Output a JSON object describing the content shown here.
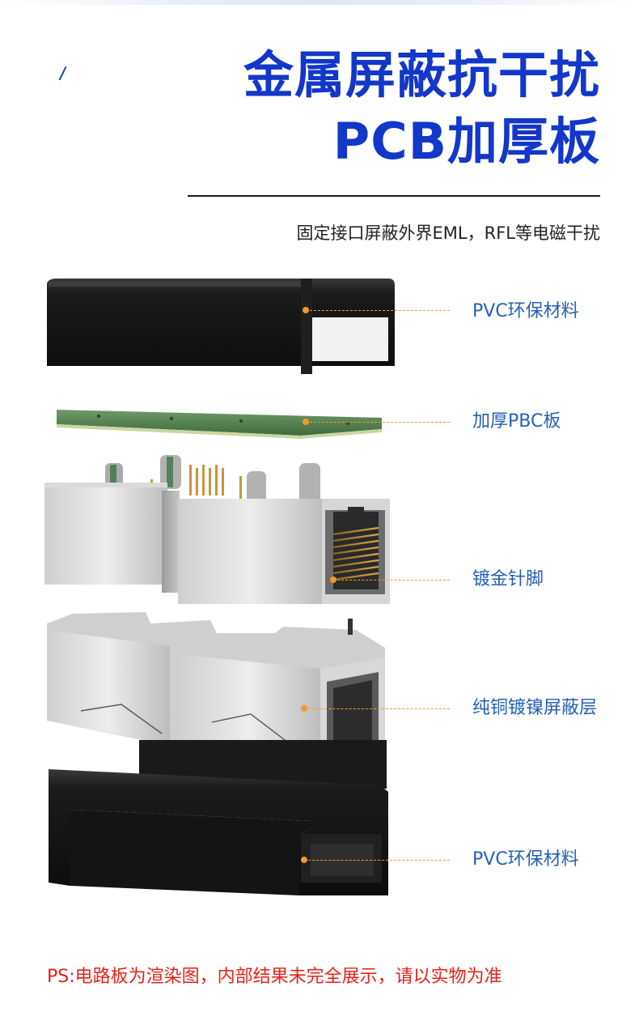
{
  "title": {
    "line1": "金属屏蔽抗干扰",
    "line2": "PCB加厚板",
    "accent_color": "#1237c9"
  },
  "subtitle": "固定接口屏蔽外界EML，RFL等电磁干扰",
  "callouts": [
    {
      "label": "PVC环保材料"
    },
    {
      "label": "加厚PBC板"
    },
    {
      "label": "镀金针脚"
    },
    {
      "label": "纯铜镀镍屏蔽层"
    },
    {
      "label": "PVC环保材料"
    }
  ],
  "callout_color": "#f39a2a",
  "label_color": "#2560b8",
  "footer_note": "PS:电路板为渲染图，内部结果未完全展示，请以实物为准",
  "footer_color": "#e2231a"
}
